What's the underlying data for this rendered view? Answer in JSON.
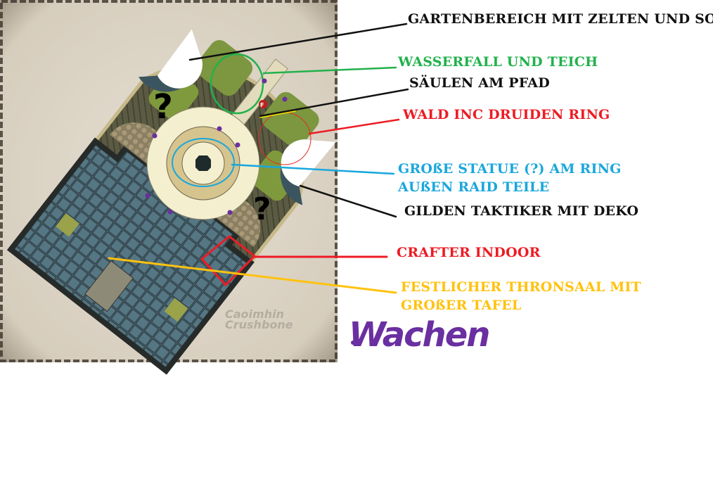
{
  "map": {
    "watermark_line1": "Caoimhin",
    "watermark_line2": "Crushbone",
    "question_mark": "?",
    "marker_label": "F"
  },
  "annotations": [
    {
      "text": "GARTENBEREICH MIT ZELTEN UND SO",
      "color": "#111111"
    },
    {
      "text": "WASSERFALL UND TEICH",
      "color": "#22b14c"
    },
    {
      "text": "SÄULEN AM PFAD",
      "color": "#111111"
    },
    {
      "text": "WALD INC DRUIDEN RING",
      "color": "#ed1c24"
    },
    {
      "text": "GROßE STATUE (?) AM RING",
      "text2": "AUßEN RAID TEILE",
      "color": "#1aa7dc"
    },
    {
      "text": "GILDEN TAKTIKER MIT DEKO",
      "color": "#111111"
    },
    {
      "text": "CRAFTER INDOOR",
      "color": "#ed1c24"
    },
    {
      "text": "FESTLICHER THRONSAAL MIT",
      "text2": "GROßER TAFEL",
      "color": "#ffc20e"
    }
  ],
  "legend": {
    "guards_label": "Wachen",
    "guards_color": "#6a2fa0"
  }
}
